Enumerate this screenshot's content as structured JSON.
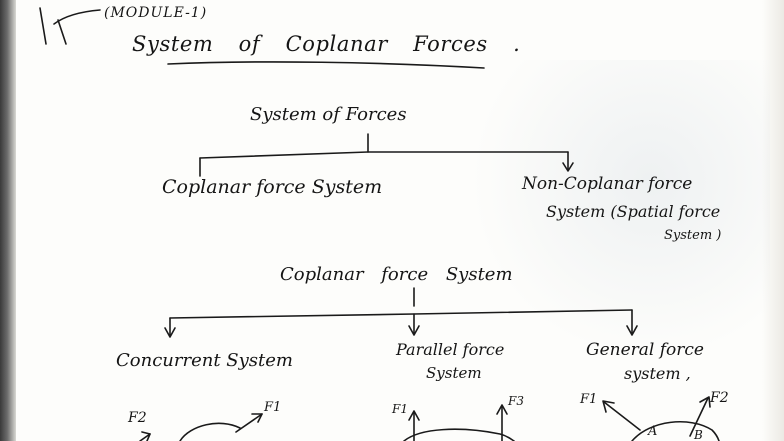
{
  "module_label": "(MODULE-1)",
  "title": "System of Coplanar Forces .",
  "tree1": {
    "root": "System of Forces",
    "left": "Coplanar force System",
    "right_line1": "Non-Coplanar force",
    "right_line2": "System (Spatial force",
    "right_line3": "System )"
  },
  "tree2": {
    "root": "Coplanar force System",
    "left": "Concurrent System",
    "middle_line1": "Parallel force",
    "middle_line2": "System",
    "right_line1": "General force",
    "right_line2": "system ,"
  },
  "sketch_labels": {
    "concurrent_f2": "F2",
    "concurrent_f1": "F1",
    "parallel_f1": "F1",
    "parallel_f3": "F3",
    "general_f1": "F1",
    "general_f2": "F2",
    "general_a": "A",
    "general_b": "B"
  }
}
